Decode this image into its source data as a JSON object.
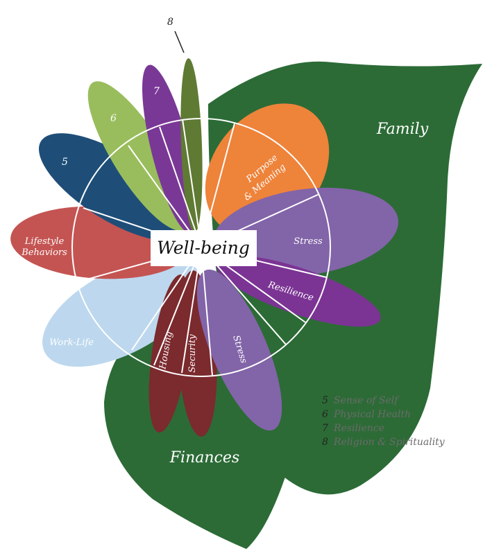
{
  "colors": {
    "leaf": "#2c6b36",
    "dark_blue": "#1e4e78",
    "light_green": "#99bd5c",
    "purple": "#7a3896",
    "olive": "#5f7a33",
    "orange": "#ee833a",
    "lavender": "#8264a8",
    "deep_purple": "#7b3494",
    "red": "#c45452",
    "light_blue": "#bdd8ee",
    "maroon": "#7b2a2e",
    "center_box": "#ffffff"
  },
  "center": {
    "label": "Well-being"
  },
  "leaves": {
    "family": "Family",
    "finances": "Finances"
  },
  "petals": {
    "n5": "5",
    "n6": "6",
    "n7": "7",
    "n8": "8",
    "purpose_line1": "Purpose",
    "purpose_line2": "& Meaning",
    "stress_right": "Stress",
    "resilience": "Resilience",
    "stress_bottom": "Stress",
    "security": "Security",
    "housing": "Housing",
    "work_life": "Work-Life",
    "lifestyle_line1": "Lifestyle",
    "lifestyle_line2": "Behaviors"
  },
  "legend": [
    {
      "num": "5",
      "text": "Sense of Self"
    },
    {
      "num": "6",
      "text": "Physical Health"
    },
    {
      "num": "7",
      "text": "Resilience"
    },
    {
      "num": "8",
      "text": "Religion & Spirituality"
    }
  ]
}
